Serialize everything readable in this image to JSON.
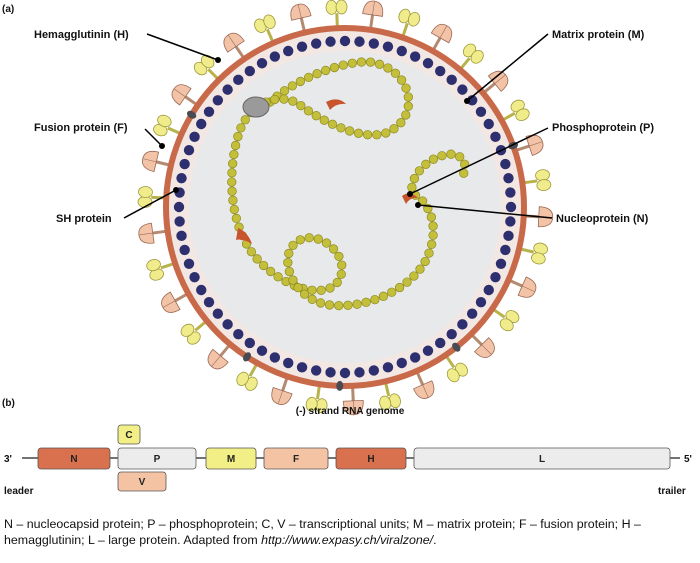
{
  "panel_a": {
    "label": "(a)",
    "labels": {
      "hemagglutinin": "Hemagglutinin (H)",
      "fusion": "Fusion protein (F)",
      "sh": "SH protein",
      "matrix": "Matrix protein (M)",
      "phospho": "Phosphoprotein (P)",
      "nucleo": "Nucleoprotein (N)"
    }
  },
  "panel_b": {
    "label": "(b)",
    "title": "(-) strand RNA genome",
    "end_left": "3'",
    "end_right": "5'",
    "leader": "leader",
    "trailer": "trailer",
    "segments": {
      "N": "N",
      "P": "P",
      "M": "M",
      "F": "F",
      "H": "H",
      "L": "L",
      "C": "C",
      "V": "V"
    }
  },
  "caption": {
    "text": "N – nucleocapsid protein; P – phosphoprotein; C, V – transcriptional units; M – matrix protein; F – fusion protein; H – hemagglutinin; L – large protein. Adapted from ",
    "link": "http://www.expasy.ch/viralzone/",
    "end": "."
  },
  "colors": {
    "envelope": "#c86a4a",
    "matrix_bead": "#2e2f6e",
    "interior": "#e8e9ea",
    "rna_bead": "#c4bf3a",
    "hemagglutinin": "#f2c3a6",
    "fusion": "#f0ec8c",
    "gene_N": "#d9704e",
    "gene_P": "#ececec",
    "gene_M": "#f2ef86",
    "gene_F": "#f4c3a4",
    "gene_H": "#d9704e",
    "gene_L": "#ececec"
  }
}
